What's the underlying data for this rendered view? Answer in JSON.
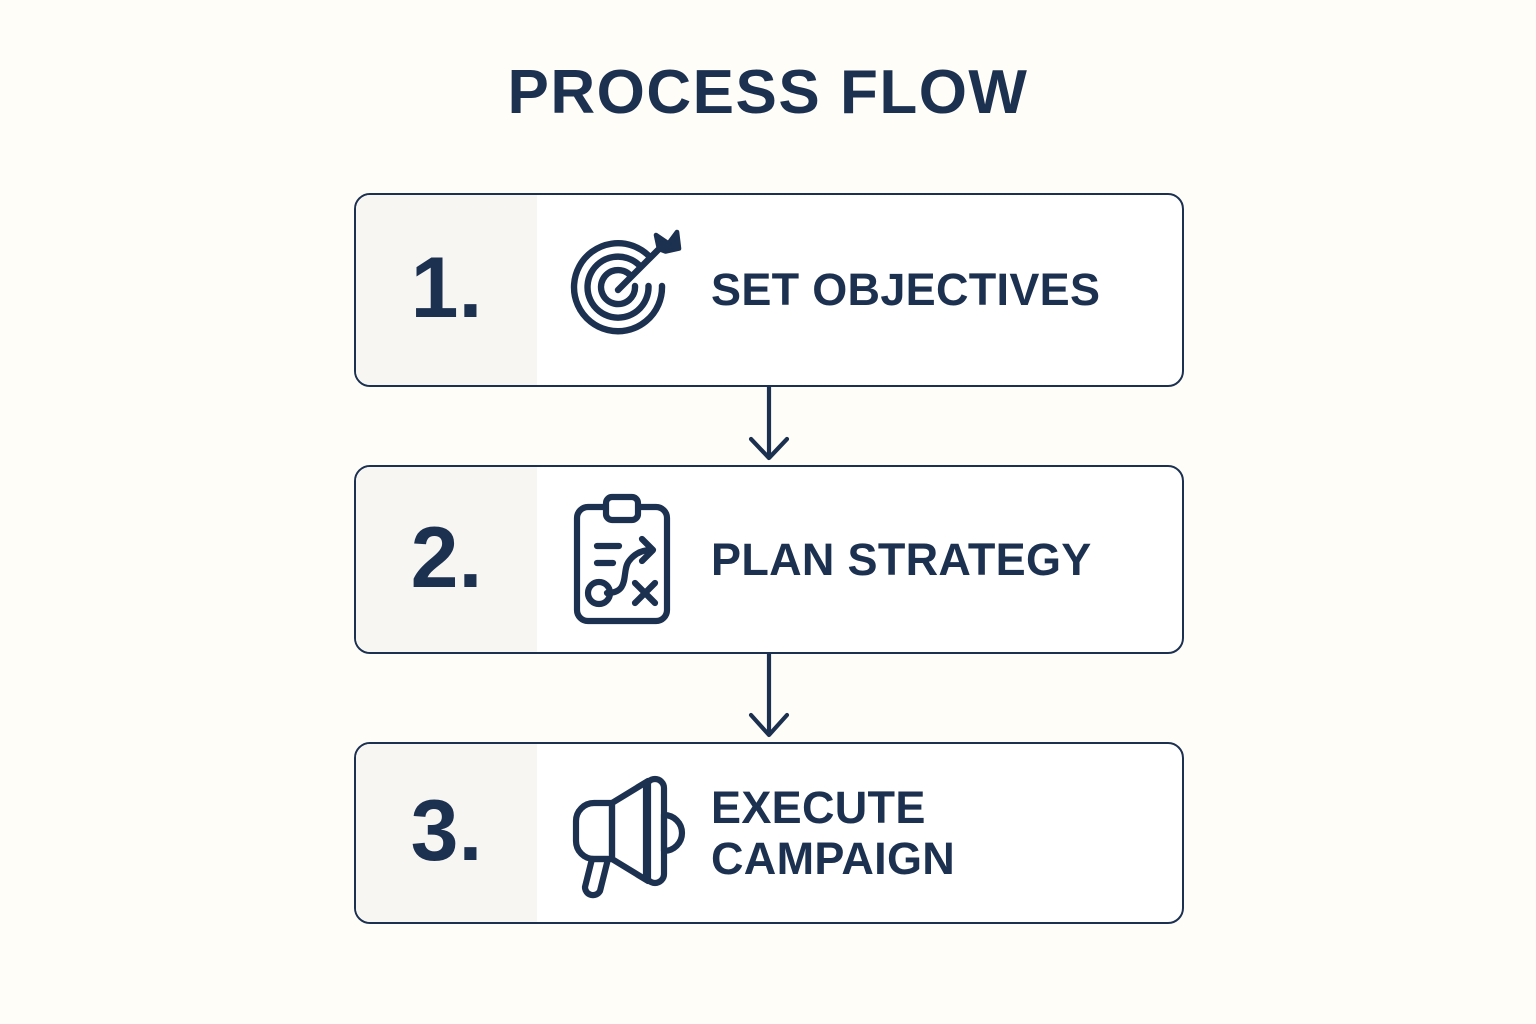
{
  "page": {
    "title": "PROCESS FLOW",
    "background_color": "#fffdf7",
    "accent_color": "#1c3050",
    "card_background": "#ffffff",
    "band_color": "#f7f6f3"
  },
  "flow": {
    "steps": [
      {
        "number": "1.",
        "icon": "target-arrow-icon",
        "label": "SET OBJECTIVES"
      },
      {
        "number": "2.",
        "icon": "clipboard-strategy-icon",
        "label": "PLAN STRATEGY"
      },
      {
        "number": "3.",
        "icon": "megaphone-icon",
        "label": "EXECUTE\nCAMPAIGN"
      }
    ],
    "connectors": [
      {
        "icon": "arrow-down-icon"
      },
      {
        "icon": "arrow-down-icon"
      }
    ]
  }
}
